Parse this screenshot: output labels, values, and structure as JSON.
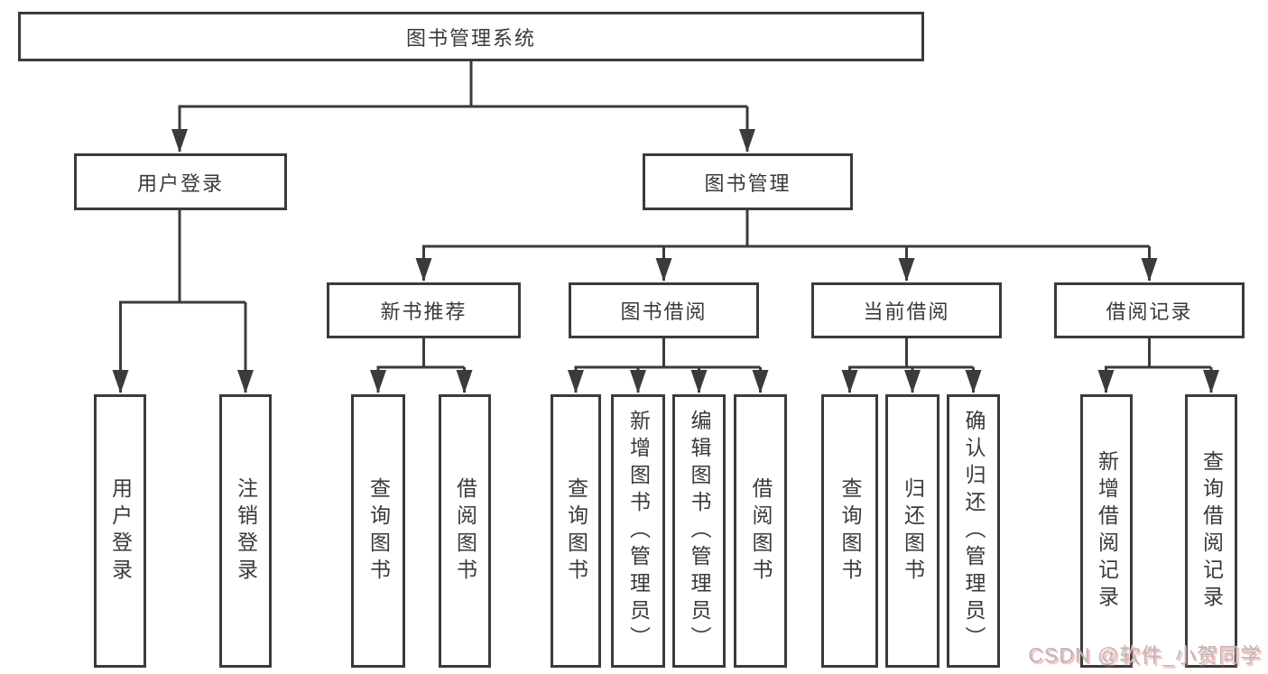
{
  "diagram": {
    "root": {
      "label": "图书管理系统"
    },
    "level2": [
      {
        "label": "用户登录"
      },
      {
        "label": "图书管理"
      }
    ],
    "level3": [
      {
        "label": "新书推荐"
      },
      {
        "label": "图书借阅"
      },
      {
        "label": "当前借阅"
      },
      {
        "label": "借阅记录"
      }
    ],
    "leaves": {
      "user_login": [
        {
          "label": "用户登录"
        },
        {
          "label": "注销登录"
        }
      ],
      "new_books": [
        {
          "label": "查询图书"
        },
        {
          "label": "借阅图书"
        }
      ],
      "book_borrow": [
        {
          "label": "查询图书"
        },
        {
          "label": "新增图书（管理员）"
        },
        {
          "label": "编辑图书（管理员）"
        },
        {
          "label": "借阅图书"
        }
      ],
      "current_borrow": [
        {
          "label": "查询图书"
        },
        {
          "label": "归还图书"
        },
        {
          "label": "确认归还（管理员）"
        }
      ],
      "borrow_records": [
        {
          "label": "新增借阅记录"
        },
        {
          "label": "查询借阅记录"
        }
      ]
    }
  },
  "watermark": {
    "text": "CSDN @软件_小贺同学"
  },
  "colors": {
    "line": "#3b3b3b",
    "box_border": "#3b3b3b",
    "text": "#3a3a3a",
    "background": "#ffffff",
    "watermark_text": "#b9b9b9",
    "watermark_shadow": "#f46a6a"
  }
}
